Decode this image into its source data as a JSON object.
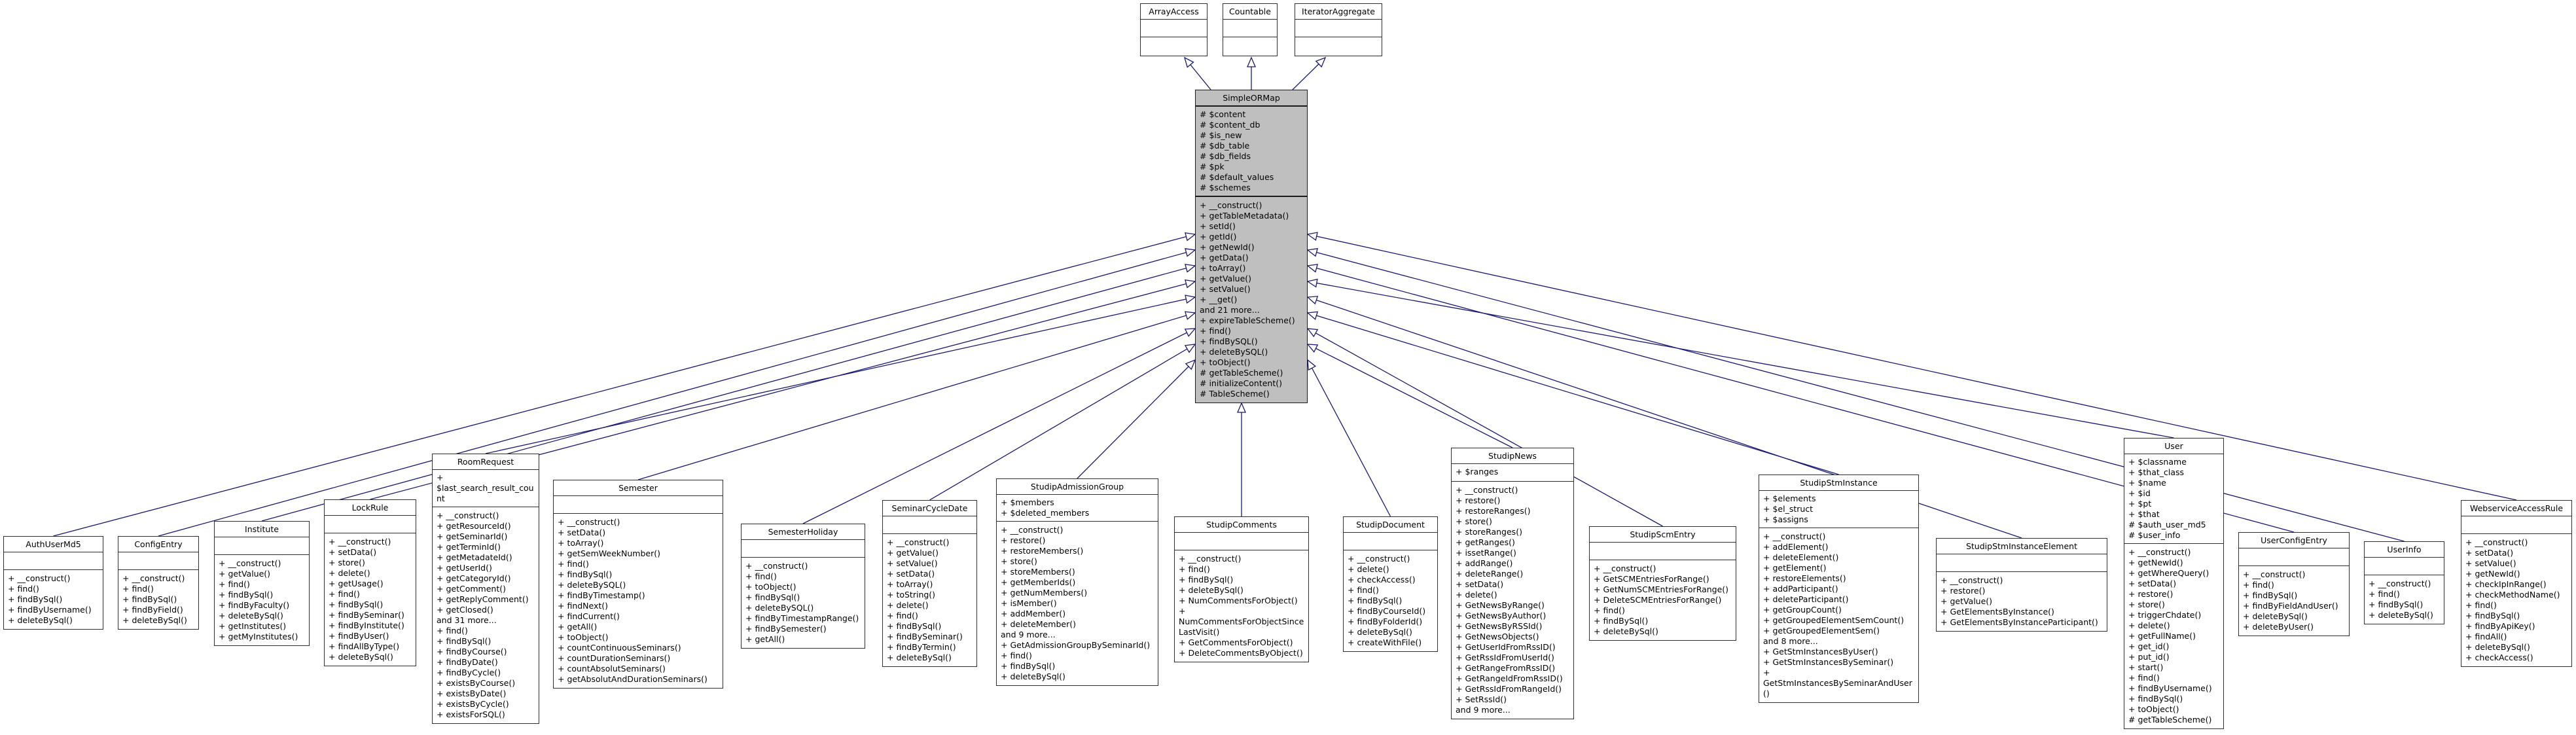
{
  "diagram": {
    "colors": {
      "edge": "#191970",
      "base_fill": "#bfbfbf",
      "box_fill": "#ffffff",
      "box_border": "#2d2d2d"
    },
    "interfaces": [
      {
        "name": "ArrayAccess"
      },
      {
        "name": "Countable"
      },
      {
        "name": "IteratorAggregate"
      }
    ],
    "base": {
      "name": "SimpleORMap",
      "attributes": [
        "# $content",
        "# $content_db",
        "# $is_new",
        "# $db_table",
        "# $db_fields",
        "# $pk",
        "# $default_values",
        "# $schemes"
      ],
      "methods": [
        "+ __construct()",
        "+ getTableMetadata()",
        "+ setId()",
        "+ getId()",
        "+ getNewId()",
        "+ getData()",
        "+ toArray()",
        "+ getValue()",
        "+ setValue()",
        "+ __get()",
        "and 21 more...",
        "+ expireTableScheme()",
        "+ find()",
        "+ findBySQL()",
        "+ deleteBySQL()",
        "+ toObject()",
        "# getTableScheme()",
        "# initializeContent()",
        "# TableScheme()"
      ]
    },
    "subclasses": [
      {
        "name": "AuthUserMd5",
        "attributes": [],
        "methods": [
          "+ __construct()",
          "+ find()",
          "+ findBySql()",
          "+ findByUsername()",
          "+ deleteBySql()"
        ]
      },
      {
        "name": "ConfigEntry",
        "attributes": [],
        "methods": [
          "+ __construct()",
          "+ find()",
          "+ findBySql()",
          "+ findByField()",
          "+ deleteBySql()"
        ]
      },
      {
        "name": "Institute",
        "attributes": [],
        "methods": [
          "+ __construct()",
          "+ getValue()",
          "+ find()",
          "+ findBySql()",
          "+ findByFaculty()",
          "+ deleteBySql()",
          "+ getInstitutes()",
          "+ getMyInstitutes()"
        ]
      },
      {
        "name": "LockRule",
        "attributes": [],
        "methods": [
          "+ __construct()",
          "+ setData()",
          "+ store()",
          "+ delete()",
          "+ getUsage()",
          "+ find()",
          "+ findBySql()",
          "+ findBySeminar()",
          "+ findByInstitute()",
          "+ findByUser()",
          "+ findAllByType()",
          "+ deleteBySql()"
        ]
      },
      {
        "name": "RoomRequest",
        "attributes": [
          "+ $last_search_result_count"
        ],
        "methods": [
          "+ __construct()",
          "+ getResourceId()",
          "+ getSeminarId()",
          "+ getTerminId()",
          "+ getMetadateId()",
          "+ getUserId()",
          "+ getCategoryId()",
          "+ getComment()",
          "+ getReplyComment()",
          "+ getClosed()",
          "and 31 more...",
          "+ find()",
          "+ findBySql()",
          "+ findByCourse()",
          "+ findByDate()",
          "+ findByCycle()",
          "+ existsByCourse()",
          "+ existsByDate()",
          "+ existsByCycle()",
          "+ existsForSQL()"
        ]
      },
      {
        "name": "Semester",
        "attributes": [],
        "methods": [
          "+ __construct()",
          "+ setData()",
          "+ toArray()",
          "+ getSemWeekNumber()",
          "+ find()",
          "+ findBySql()",
          "+ deleteBySQL()",
          "+ findByTimestamp()",
          "+ findNext()",
          "+ findCurrent()",
          "+ getAll()",
          "+ toObject()",
          "+ countContinuousSeminars()",
          "+ countDurationSeminars()",
          "+ countAbsolutSeminars()",
          "+ getAbsolutAndDurationSeminars()"
        ]
      },
      {
        "name": "SemesterHoliday",
        "attributes": [],
        "methods": [
          "+ __construct()",
          "+ find()",
          "+ toObject()",
          "+ findBySql()",
          "+ deleteBySQL()",
          "+ findByTimestampRange()",
          "+ findBySemester()",
          "+ getAll()"
        ]
      },
      {
        "name": "SeminarCycleDate",
        "attributes": [],
        "methods": [
          "+ __construct()",
          "+ getValue()",
          "+ setValue()",
          "+ setData()",
          "+ toArray()",
          "+ toString()",
          "+ delete()",
          "+ find()",
          "+ findBySql()",
          "+ findBySeminar()",
          "+ findByTermin()",
          "+ deleteBySql()"
        ]
      },
      {
        "name": "StudipAdmissionGroup",
        "attributes": [
          "+ $members",
          "+ $deleted_members"
        ],
        "methods": [
          "+ __construct()",
          "+ restore()",
          "+ restoreMembers()",
          "+ store()",
          "+ storeMembers()",
          "+ getMemberIds()",
          "+ getNumMembers()",
          "+ isMember()",
          "+ addMember()",
          "+ deleteMember()",
          "and 9 more...",
          "+ GetAdmissionGroupBySeminarId()",
          "+ find()",
          "+ findBySql()",
          "+ deleteBySql()"
        ]
      },
      {
        "name": "StudipComments",
        "attributes": [],
        "methods": [
          "+ __construct()",
          "+ find()",
          "+ findBySql()",
          "+ deleteBySql()",
          "+ NumCommentsForObject()",
          "+ NumCommentsForObjectSinceLastVisit()",
          "+ GetCommentsForObject()",
          "+ DeleteCommentsByObject()"
        ]
      },
      {
        "name": "StudipDocument",
        "attributes": [],
        "methods": [
          "+ __construct()",
          "+ delete()",
          "+ checkAccess()",
          "+ find()",
          "+ findBySql()",
          "+ findByCourseId()",
          "+ findByFolderId()",
          "+ deleteBySql()",
          "+ createWithFile()"
        ]
      },
      {
        "name": "StudipNews",
        "attributes": [
          "+ $ranges"
        ],
        "methods": [
          "+ __construct()",
          "+ restore()",
          "+ restoreRanges()",
          "+ store()",
          "+ storeRanges()",
          "+ getRanges()",
          "+ issetRange()",
          "+ addRange()",
          "+ deleteRange()",
          "+ setData()",
          "+ delete()",
          "+ GetNewsByRange()",
          "+ GetNewsByAuthor()",
          "+ GetNewsByRSSId()",
          "+ GetNewsObjects()",
          "+ GetUserIdFromRssID()",
          "+ GetRssIdFromUserId()",
          "+ GetRangeFromRssID()",
          "+ GetRangeIdFromRssID()",
          "+ GetRssIdFromRangeId()",
          "+ SetRssId()",
          "and 9 more..."
        ]
      },
      {
        "name": "StudipScmEntry",
        "attributes": [],
        "methods": [
          "+ __construct()",
          "+ GetSCMEntriesForRange()",
          "+ GetNumSCMEntriesForRange()",
          "+ DeleteSCMEntriesForRange()",
          "+ find()",
          "+ findBySql()",
          "+ deleteBySql()"
        ]
      },
      {
        "name": "StudipStmInstance",
        "attributes": [
          "+ $elements",
          "+ $el_struct",
          "+ $assigns"
        ],
        "methods": [
          "+ __construct()",
          "+ addElement()",
          "+ deleteElement()",
          "+ getElement()",
          "+ restoreElements()",
          "+ addParticipant()",
          "+ deleteParticipant()",
          "+ getGroupCount()",
          "+ getGroupedElementSemCount()",
          "+ getGroupedElementSem()",
          "and 8 more...",
          "+ GetStmInstancesByUser()",
          "+ GetStmInstancesBySeminar()",
          "+ GetStmInstancesBySeminarAndUser()"
        ]
      },
      {
        "name": "StudipStmInstanceElement",
        "attributes": [],
        "methods": [
          "+ __construct()",
          "+ restore()",
          "+ getValue()",
          "+ GetElementsByInstance()",
          "+ GetElementsByInstanceParticipant()"
        ]
      },
      {
        "name": "User",
        "attributes": [
          "+ $classname",
          "+ $that_class",
          "+ $name",
          "+ $id",
          "+ $pt",
          "+ $that",
          "# $auth_user_md5",
          "# $user_info"
        ],
        "methods": [
          "+ __construct()",
          "+ getNewId()",
          "+ getWhereQuery()",
          "+ setData()",
          "+ restore()",
          "+ store()",
          "+ triggerChdate()",
          "+ delete()",
          "+ getFullName()",
          "+ get_id()",
          "+ put_id()",
          "+ start()",
          "+ find()",
          "+ findByUsername()",
          "+ findBySql()",
          "+ toObject()",
          "# getTableScheme()"
        ]
      },
      {
        "name": "UserConfigEntry",
        "attributes": [],
        "methods": [
          "+ __construct()",
          "+ find()",
          "+ findBySql()",
          "+ findByFieldAndUser()",
          "+ deleteBySql()",
          "+ deleteByUser()"
        ]
      },
      {
        "name": "UserInfo",
        "attributes": [],
        "methods": [
          "+ __construct()",
          "+ find()",
          "+ findBySql()",
          "+ deleteBySql()"
        ]
      },
      {
        "name": "WebserviceAccessRule",
        "attributes": [],
        "methods": [
          "+ __construct()",
          "+ setData()",
          "+ setValue()",
          "+ getNewId()",
          "+ checkIpInRange()",
          "+ checkMethodName()",
          "+ find()",
          "+ findBySql()",
          "+ findByApiKey()",
          "+ findAll()",
          "+ deleteBySql()",
          "+ checkAccess()"
        ]
      }
    ]
  }
}
